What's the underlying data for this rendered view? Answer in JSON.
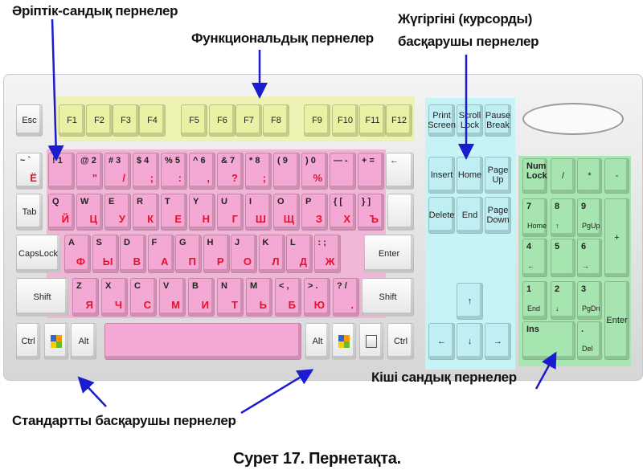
{
  "labels": {
    "alnum": "Әріптік-сандық пернелер",
    "function": "Функциональдық пернелер",
    "cursor_line1": "Жүгіргіні (курсорды)",
    "cursor_line2": "басқарушы пернелер",
    "numpad": "Кіші сандық пернелер",
    "standard": "Стандартты басқарушы пернелер",
    "caption": "Сурет  17. Пернетақта."
  },
  "colors": {
    "alnum": "#f3a9d3",
    "function": "#eaf0a4",
    "cursor": "#bfeff2",
    "numpad": "#a6e5b0",
    "arrow": "#1b1bd0",
    "russian": "#e8102c"
  },
  "function_row": [
    "Esc",
    "F1",
    "F2",
    "F3",
    "F4",
    "F5",
    "F6",
    "F7",
    "F8",
    "F9",
    "F10",
    "F11",
    "F12"
  ],
  "row1": [
    [
      "~ `",
      "Ё"
    ],
    [
      "! 1",
      ""
    ],
    [
      "@ 2",
      "\""
    ],
    [
      "# 3",
      "/"
    ],
    [
      "$ 4",
      ";"
    ],
    [
      "% 5",
      ":"
    ],
    [
      "^ 6",
      ","
    ],
    [
      "& 7",
      "?"
    ],
    [
      "* 8",
      ";"
    ],
    [
      "( 9",
      ""
    ],
    [
      ") 0",
      "%"
    ],
    [
      "— -",
      ""
    ],
    [
      "+ =",
      ""
    ],
    [
      "←",
      ""
    ]
  ],
  "row2": [
    [
      "Tab",
      ""
    ],
    [
      "Q",
      "Й"
    ],
    [
      "W",
      "Ц"
    ],
    [
      "E",
      "У"
    ],
    [
      "R",
      "К"
    ],
    [
      "T",
      "Е"
    ],
    [
      "Y",
      "Н"
    ],
    [
      "U",
      "Г"
    ],
    [
      "I",
      "Ш"
    ],
    [
      "O",
      "Щ"
    ],
    [
      "P",
      "З"
    ],
    [
      "{ [",
      "Х"
    ],
    [
      "} ]",
      "Ъ"
    ]
  ],
  "row3": [
    [
      "CapsLock",
      ""
    ],
    [
      "A",
      "Ф"
    ],
    [
      "S",
      "Ы"
    ],
    [
      "D",
      "В"
    ],
    [
      "F",
      "А"
    ],
    [
      "G",
      "П"
    ],
    [
      "H",
      "Р"
    ],
    [
      "J",
      "О"
    ],
    [
      "K",
      "Л"
    ],
    [
      "L",
      "Д"
    ],
    [
      ": ;",
      "Ж"
    ],
    [
      "Enter",
      ""
    ]
  ],
  "row4": [
    [
      "Shift",
      ""
    ],
    [
      "Z",
      "Я"
    ],
    [
      "X",
      "Ч"
    ],
    [
      "C",
      "С"
    ],
    [
      "V",
      "М"
    ],
    [
      "B",
      "И"
    ],
    [
      "N",
      "Т"
    ],
    [
      "M",
      "Ь"
    ],
    [
      "< ,",
      "Б"
    ],
    [
      "> .",
      "Ю"
    ],
    [
      "? /",
      "."
    ],
    [
      "Shift",
      ""
    ]
  ],
  "row5": [
    "Ctrl",
    "win-logo-icon",
    "Alt",
    "",
    "Alt",
    "win-logo-icon",
    "menu-icon",
    "Ctrl"
  ],
  "cursor_keys": [
    "Print Screen",
    "Scroll Lock",
    "Pause Break",
    "Insert",
    "Home",
    "Page Up",
    "Delete",
    "End",
    "Page Down",
    "↑",
    "←",
    "↓",
    "→"
  ],
  "numpad_keys": [
    [
      "Num Lock",
      ""
    ],
    [
      "/",
      ""
    ],
    [
      "*",
      ""
    ],
    [
      "-",
      ""
    ],
    [
      "7",
      "Home"
    ],
    [
      "8",
      "↑"
    ],
    [
      "9",
      "PgUp"
    ],
    [
      "+",
      ""
    ],
    [
      "4",
      "←"
    ],
    [
      "5",
      ""
    ],
    [
      "6",
      "→"
    ],
    [
      "1",
      "End"
    ],
    [
      "2",
      "↓"
    ],
    [
      "3",
      "PgDn"
    ],
    [
      "Enter",
      ""
    ],
    [
      "Ins",
      ""
    ],
    [
      ".",
      "Del"
    ]
  ]
}
